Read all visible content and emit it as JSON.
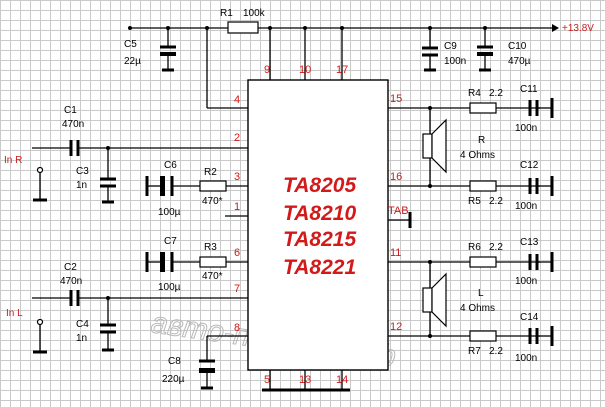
{
  "supply": "+13.8V",
  "chips": [
    "TA8205",
    "TA8210",
    "TA8215",
    "TA8221"
  ],
  "pins": {
    "p1": "1",
    "p2": "2",
    "p3": "3",
    "p4": "4",
    "p5": "5",
    "p6": "6",
    "p7": "7",
    "p8": "8",
    "p9": "9",
    "p10": "10",
    "p11": "11",
    "p12": "12",
    "p13": "13",
    "p14": "14",
    "p15": "15",
    "p16": "16",
    "p17": "17",
    "tab": "TAB"
  },
  "inputs": {
    "right": "In R",
    "left": "In L"
  },
  "components": {
    "R1": {
      "ref": "R1",
      "value": "100k"
    },
    "R2": {
      "ref": "R2",
      "value": "470*"
    },
    "R3": {
      "ref": "R3",
      "value": "470*"
    },
    "R4": {
      "ref": "R4",
      "value": "2.2"
    },
    "R5": {
      "ref": "R5",
      "value": "2.2"
    },
    "R6": {
      "ref": "R6",
      "value": "2.2"
    },
    "R7": {
      "ref": "R7",
      "value": "2.2"
    },
    "C1": {
      "ref": "C1",
      "value": "470n"
    },
    "C2": {
      "ref": "C2",
      "value": "470n"
    },
    "C3": {
      "ref": "C3",
      "value": "1n"
    },
    "C4": {
      "ref": "C4",
      "value": "1n"
    },
    "C5": {
      "ref": "C5",
      "value": "22µ"
    },
    "C6": {
      "ref": "C6",
      "value": "100µ"
    },
    "C7": {
      "ref": "C7",
      "value": "100µ"
    },
    "C8": {
      "ref": "C8",
      "value": "220µ"
    },
    "C9": {
      "ref": "C9",
      "value": "100n"
    },
    "C10": {
      "ref": "C10",
      "value": "470µ"
    },
    "C11": {
      "ref": "C11",
      "value": "100n"
    },
    "C12": {
      "ref": "C12",
      "value": "100n"
    },
    "C13": {
      "ref": "C13",
      "value": "100n"
    },
    "C14": {
      "ref": "C14",
      "value": "100n"
    }
  },
  "speakers": {
    "right": {
      "channel": "R",
      "impedance": "4 Ohms"
    },
    "left": {
      "channel": "L",
      "impedance": "4 Ohms"
    }
  },
  "watermark": "авто-поделки.рф"
}
